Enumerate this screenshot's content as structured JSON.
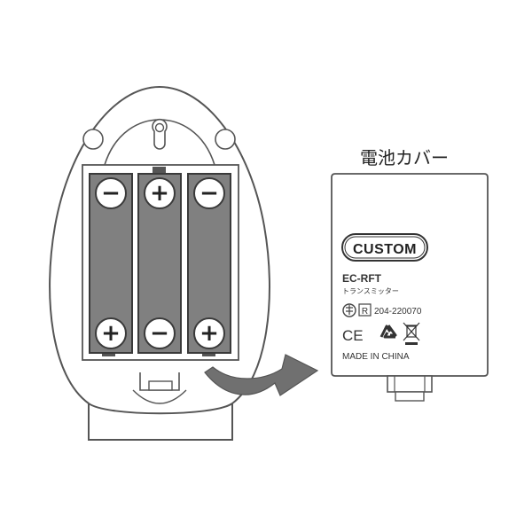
{
  "callout": {
    "label": "電池カバー"
  },
  "cover": {
    "brand": "CUSTOM",
    "model": "EC-RFT",
    "model_sub": "トランスミッター",
    "cert_number": "204-220070",
    "cert_r_mark": "R",
    "ce_mark": "CE",
    "origin": "MADE IN CHINA"
  },
  "batteries": [
    {
      "top": "−",
      "bottom": "+"
    },
    {
      "top": "+",
      "bottom": "−"
    },
    {
      "top": "−",
      "bottom": "+"
    }
  ],
  "colors": {
    "outline": "#555555",
    "battery_fill": "#808080",
    "cell_frame": "#3a3a3a",
    "arrow": "#707070",
    "text": "#333333"
  },
  "icons": [
    "cert-giteki-icon",
    "r-mark-icon",
    "ce-mark-icon",
    "recycle-icon",
    "weee-bin-icon"
  ]
}
